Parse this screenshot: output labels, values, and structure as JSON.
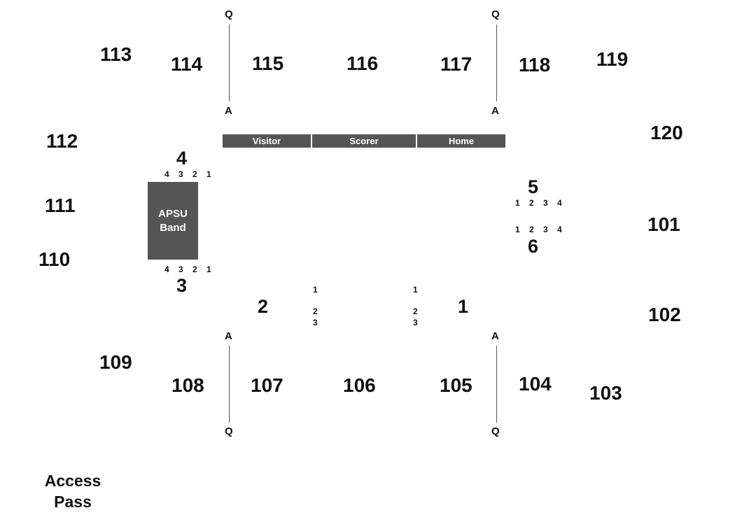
{
  "sections_upper": [
    "113",
    "114",
    "115",
    "116",
    "117",
    "118",
    "119"
  ],
  "sections_right": [
    "120",
    "101",
    "102"
  ],
  "sections_left": [
    "112",
    "111",
    "110"
  ],
  "sections_lower": [
    "109",
    "108",
    "107",
    "106",
    "105",
    "104",
    "103"
  ],
  "row_labels": {
    "q": "Q",
    "a": "A"
  },
  "floor_bar": {
    "visitor": "Visitor",
    "scorer": "Scorer",
    "home": "Home"
  },
  "band": {
    "line1": "APSU",
    "line2": "Band"
  },
  "floor_sections": {
    "s4": {
      "label": "4",
      "seats": "4 3 2 1"
    },
    "s3": {
      "label": "3",
      "seats": "4 3 2 1"
    },
    "s5": {
      "label": "5",
      "seats": "1 2 3 4"
    },
    "s6": {
      "label": "6",
      "seats": "1 2 3 4"
    },
    "s2": {
      "label": "2"
    },
    "s1": {
      "label": "1"
    }
  },
  "baseline_rows": {
    "r1": "1",
    "r2": "2",
    "r3": "3"
  },
  "access_pass": {
    "line1": "Access",
    "line2": "Pass"
  }
}
